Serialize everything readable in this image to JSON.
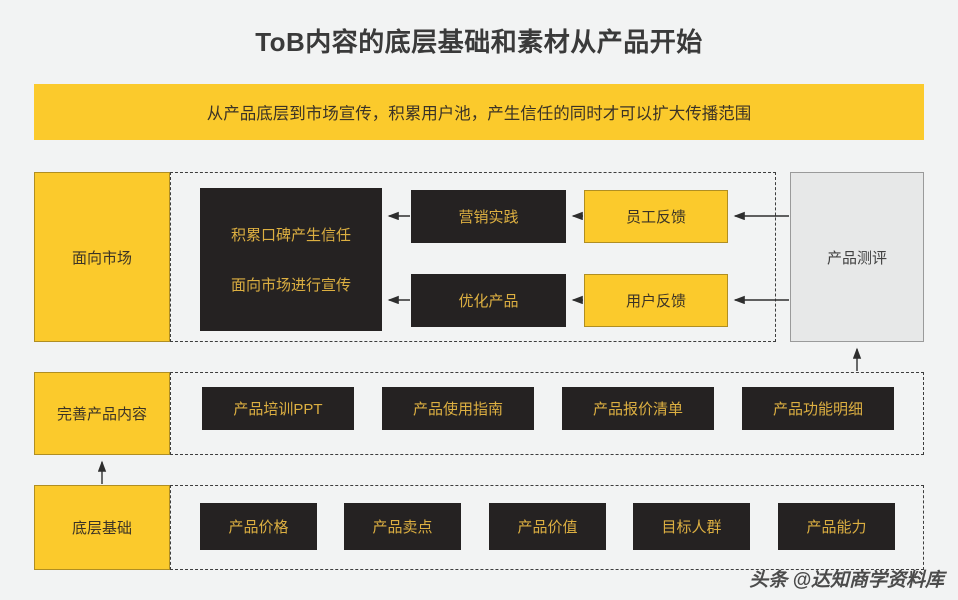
{
  "page": {
    "title": "ToB内容的底层基础和素材从产品开始",
    "subtitle_banner": "从产品底层到市场宣传，积累用户池，产生信任的同时才可以扩大传播范围",
    "watermark": "头条 @达知商学资料库",
    "colors": {
      "background": "#f2f3f3",
      "accent_yellow": "#fbca2c",
      "yellow_border": "#b08e22",
      "dark_box": "#252222",
      "gold_text": "#dcaf41",
      "gray_box": "#e7e8e8",
      "gray_border": "#9a9a9a",
      "title_text": "#3a3a3a",
      "dashed_border": "#3d3d3d"
    }
  },
  "tiers": [
    {
      "id": "market",
      "label": "面向市场",
      "outcomes": [
        "积累口碑产生信任",
        "面向市场进行宣传"
      ],
      "actions": [
        "营销实践",
        "优化产品"
      ],
      "feedback": [
        "员工反馈",
        "用户反馈"
      ]
    },
    {
      "id": "content",
      "label": "完善产品内容",
      "items": [
        "产品培训PPT",
        "产品使用指南",
        "产品报价清单",
        "产品功能明细"
      ]
    },
    {
      "id": "foundation",
      "label": "底层基础",
      "items": [
        "产品价格",
        "产品卖点",
        "产品价值",
        "目标人群",
        "产品能力"
      ]
    }
  ],
  "source_box": {
    "label": "产品测评"
  }
}
